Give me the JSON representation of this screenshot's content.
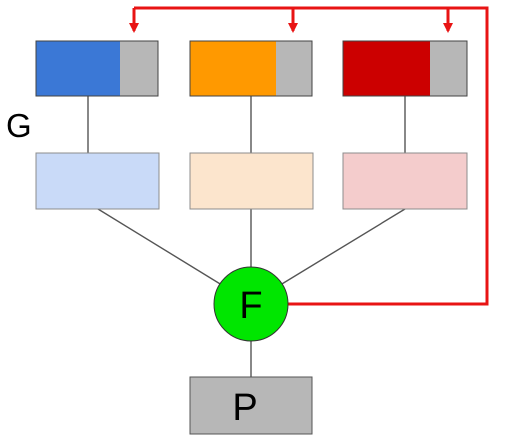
{
  "diagram": {
    "label_g": "G",
    "label_f": "F",
    "label_p": "P",
    "colors": {
      "blue": "#3b78d6",
      "orange": "#ff9900",
      "red": "#cc0000",
      "gray": "#b7b7b7",
      "light_blue": "#c9daf8",
      "light_orange": "#fce5cd",
      "light_red": "#f4cccc",
      "green": "#00e600",
      "arrow": "#e81414",
      "line": "#555555"
    }
  }
}
